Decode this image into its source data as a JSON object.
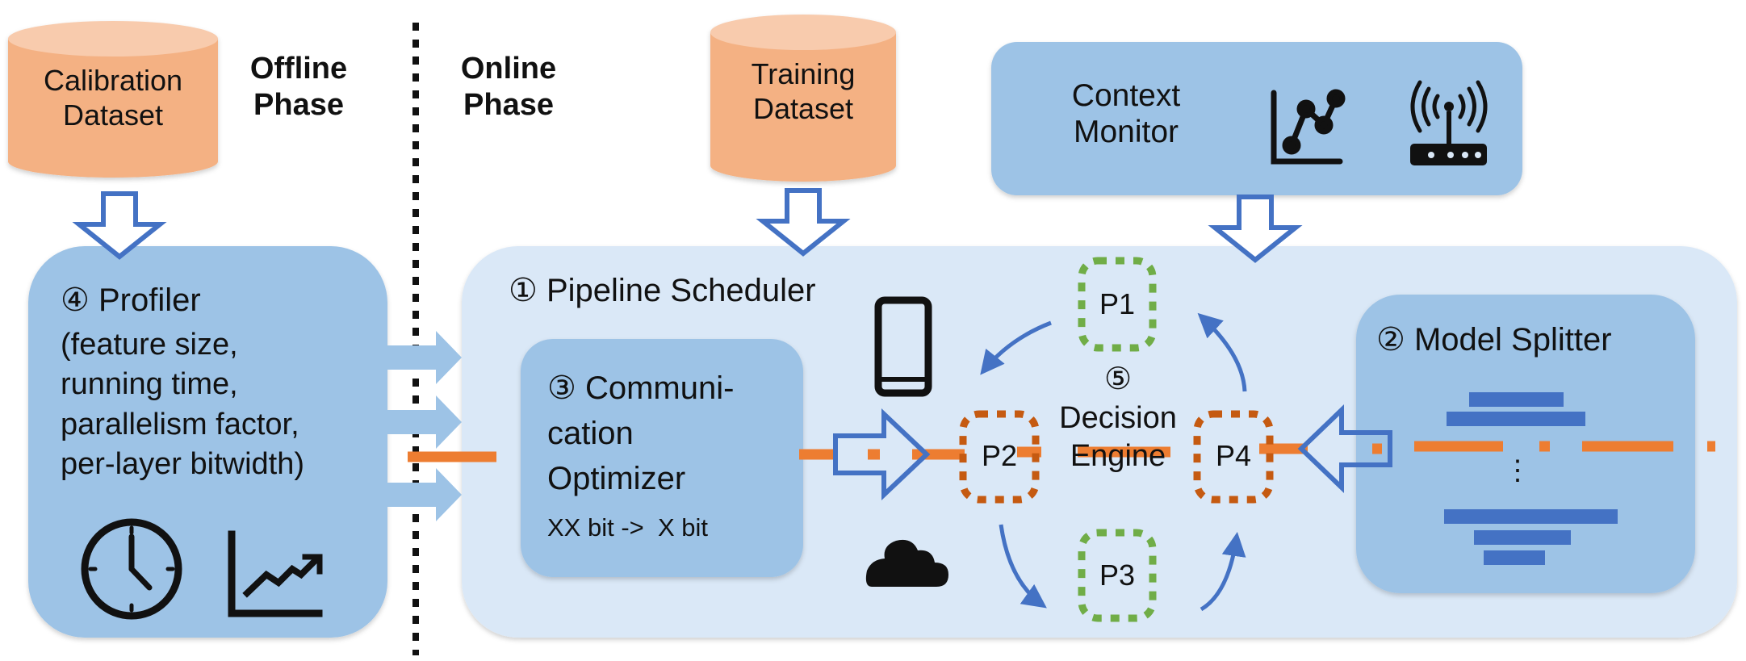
{
  "colors": {
    "dataset_fill": "#f4b183",
    "dataset_top": "#f8cbad",
    "panel_light": "#dae8f7",
    "panel_mid": "#9dc3e6",
    "arrow_blue": "#4472c4",
    "arrow_orange": "#ed7d31",
    "dash_green": "#70ad47",
    "dash_orange": "#c55a11",
    "bar_blue": "#4472c4"
  },
  "datasets": {
    "calibration": "Calibration\nDataset",
    "training": "Training\nDataset"
  },
  "phases": {
    "offline": "Offline\nPhase",
    "online": "Online\nPhase"
  },
  "context_monitor": {
    "title": "Context\nMonitor",
    "icons": [
      "line-chart-icon",
      "wifi-router-icon"
    ]
  },
  "profiler": {
    "title": "④ Profiler",
    "details": "(feature size,\nrunning time,\nparallelism factor,\nper-layer bitwidth)",
    "icons": [
      "clock-icon",
      "trend-chart-icon"
    ]
  },
  "pipeline_scheduler": {
    "title": "① Pipeline Scheduler",
    "icons": [
      "smartphone-icon",
      "cloud-icon"
    ]
  },
  "communication_optimizer": {
    "title": "③ Communi-\ncation\nOptimizer",
    "subtitle": "XX bit ->  X bit"
  },
  "decision_engine": {
    "title": "⑤\nDecision\nEngine",
    "partitions": [
      "P1",
      "P2",
      "P3",
      "P4"
    ]
  },
  "model_splitter": {
    "title": "② Model Splitter",
    "ellipsis": "⋮"
  }
}
